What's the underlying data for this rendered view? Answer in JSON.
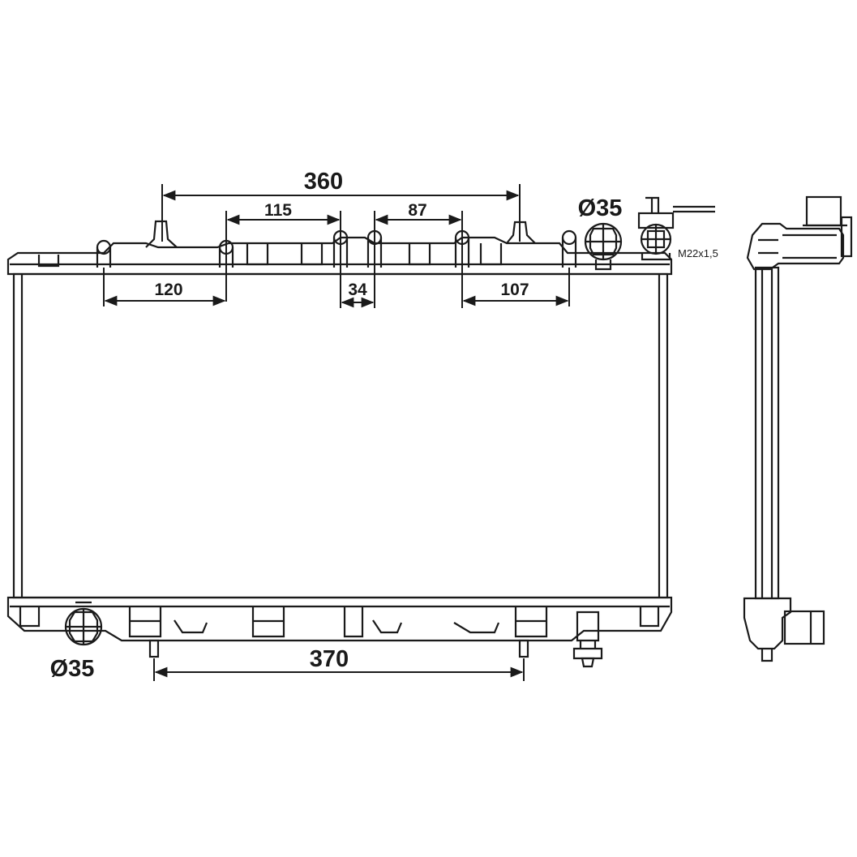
{
  "dimensions": {
    "overall_top": "360",
    "span_115": "115",
    "span_87": "87",
    "span_120": "120",
    "span_34": "34",
    "span_107": "107",
    "bottom_width": "370"
  },
  "pipes": {
    "top_diameter": "Ø35",
    "bottom_diameter": "Ø35"
  },
  "thread": {
    "label": "M22x1,5"
  },
  "colors": {
    "line": "#1a1a1a",
    "background": "#ffffff"
  }
}
